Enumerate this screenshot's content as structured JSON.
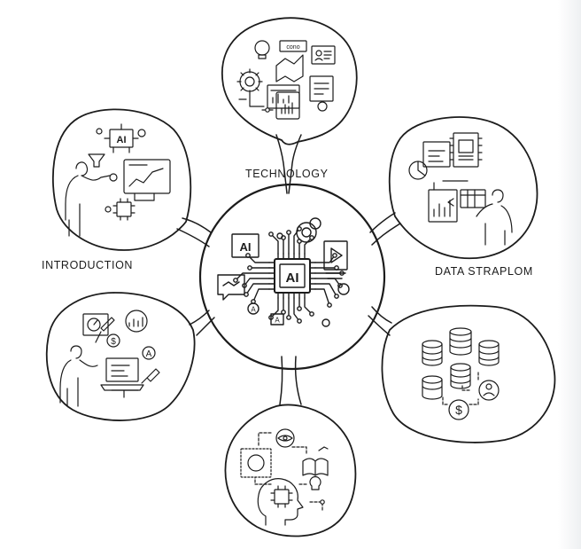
{
  "diagram": {
    "center": {
      "chip_text": "AI",
      "board_text": "AI"
    },
    "labels": {
      "technology": "TECHNOLOGY",
      "introduction": "INTRODUCTION",
      "data": "DATA STRAPLOM"
    },
    "icons": {
      "introduction_screen": "AI",
      "introduction_monitor": "chart-monitor-icon",
      "technology_sign": "cono",
      "data_chip": "circuit-chip-icon",
      "left_lower_currency": "$",
      "left_lower_badge": "A",
      "right_lower_currency": "$",
      "center_badge_a": "A",
      "center_badge_b": "A"
    },
    "colors": {
      "ink": "#1c1c1c",
      "background": "#ffffff"
    }
  }
}
